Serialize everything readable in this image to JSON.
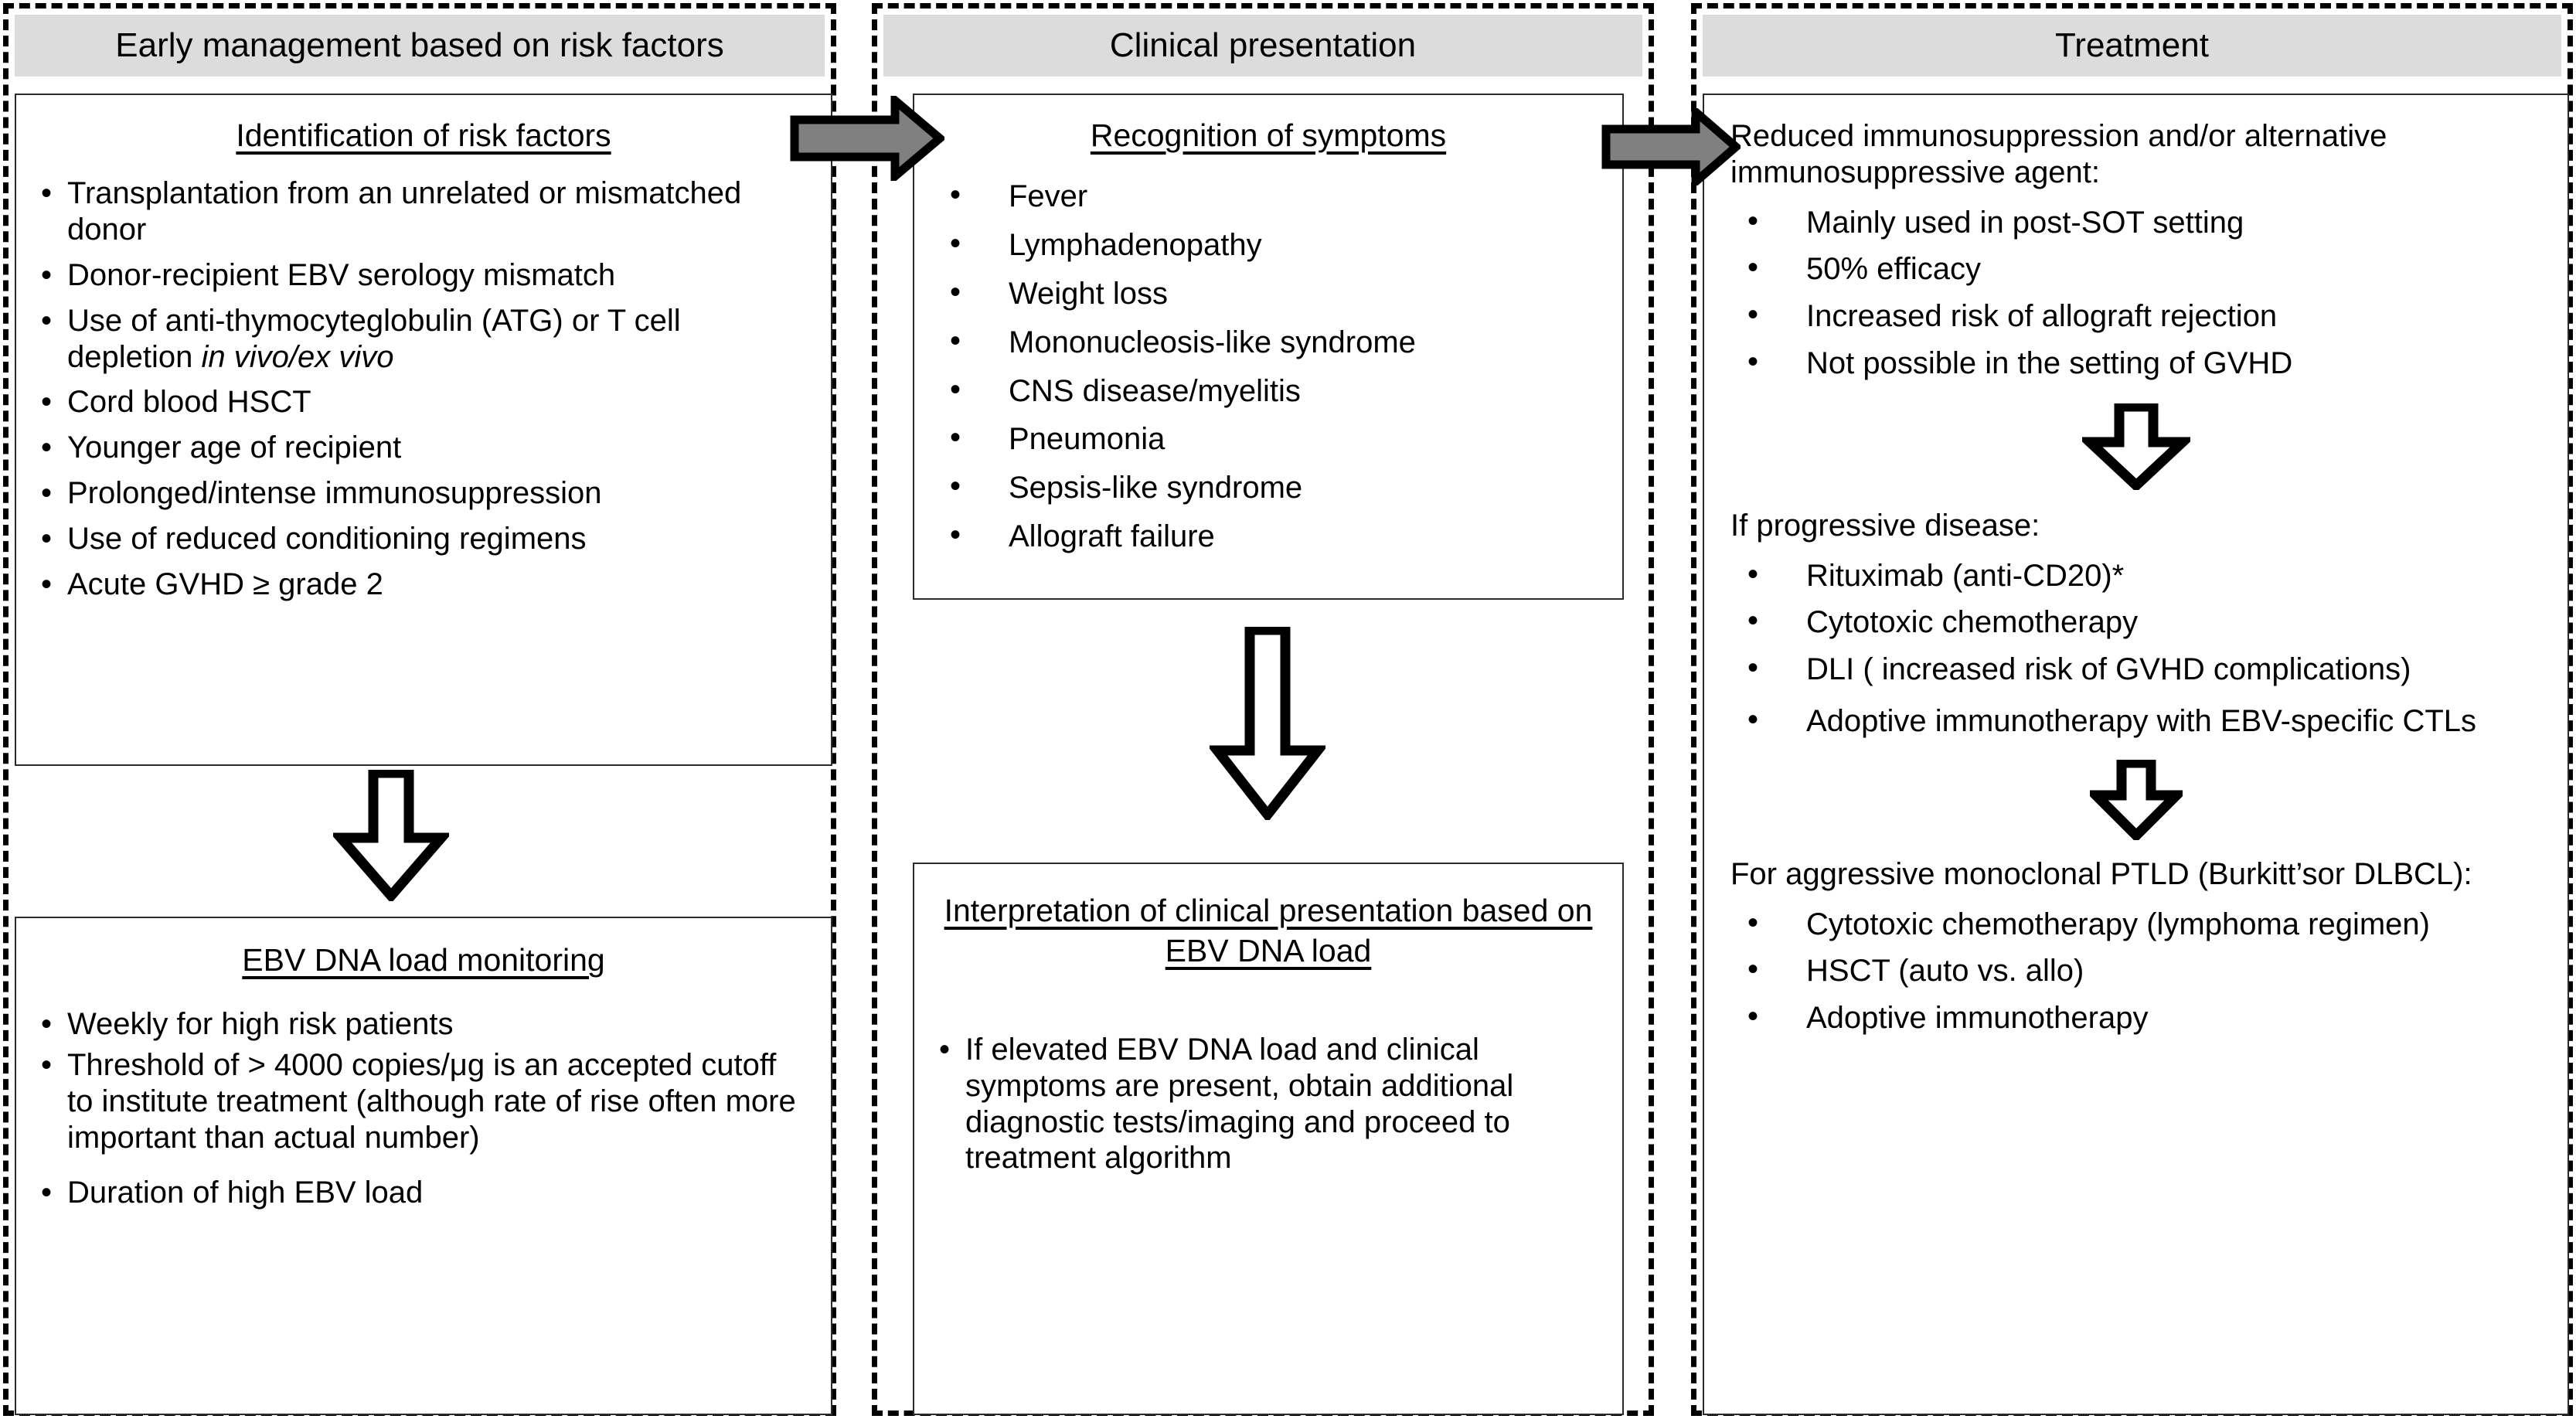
{
  "columns": [
    {
      "header": "Early management based on risk factors",
      "boxes": [
        {
          "title": "Identification of risk factors",
          "bullets": [
            "Transplantation from an unrelated or mismatched donor",
            "Donor-recipient EBV serology mismatch",
            "Use of anti-thymocyteglobulin (ATG) or T cell depletion ",
            "Cord blood HSCT",
            "Younger age of recipient",
            "Prolonged/intense immunosuppression",
            "Use of reduced conditioning regimens",
            "Acute GVHD ≥ grade 2"
          ],
          "italic_tail": "in vivo/ex vivo"
        },
        {
          "title": "EBV DNA load monitoring",
          "bullets": [
            "Weekly for high risk patients",
            "Threshold of > 4000 copies/μg is an accepted cutoff to institute treatment (although rate of rise  often more important than actual number)",
            "Duration of high EBV load"
          ]
        }
      ]
    },
    {
      "header": "Clinical presentation",
      "boxes": [
        {
          "title": "Recognition of symptoms",
          "bullets": [
            "Fever",
            "Lymphadenopathy",
            "Weight loss",
            "Mononucleosis-like syndrome",
            "CNS disease/myelitis",
            "Pneumonia",
            "Sepsis-like syndrome",
            "Allograft failure"
          ]
        },
        {
          "title": "Interpretation of clinical presentation based on EBV DNA load",
          "bullets": [
            "If elevated EBV DNA load and clinical symptoms are present, obtain additional diagnostic tests/imaging and proceed to treatment algorithm"
          ]
        }
      ]
    },
    {
      "header": "Treatment",
      "sections": [
        {
          "lead": "Reduced immunosuppression and/or alternative immunosuppressive agent:",
          "bullets": [
            "Mainly used in post-SOT setting",
            "50% efficacy",
            "Increased risk of allograft rejection",
            "Not possible in the setting of GVHD"
          ]
        },
        {
          "lead": "If progressive disease:",
          "bullets": [
            "Rituximab (anti-CD20)*",
            "Cytotoxic chemotherapy",
            "DLI ( increased risk of GVHD complications)",
            "Adoptive immunotherapy with EBV-specific CTLs"
          ]
        },
        {
          "lead": "For aggressive monoclonal PTLD (Burkitt’sor DLBCL):",
          "bullets": [
            "Cytotoxic chemotherapy (lymphoma regimen)",
            "HSCT (auto vs. allo)",
            "Adoptive immunotherapy"
          ]
        }
      ]
    }
  ],
  "connectors": {
    "right_arrow_1": "flow-arrow-risk-to-presentation",
    "right_arrow_2": "flow-arrow-presentation-to-treatment",
    "down_arrow_col1": "flow-arrow-risk-to-monitoring",
    "down_arrow_col2": "flow-arrow-symptoms-to-interpretation",
    "down_arrow_col3_a": "flow-arrow-reduced-to-progressive",
    "down_arrow_col3_b": "flow-arrow-progressive-to-aggressive"
  },
  "colors": {
    "header_band": "#dcdcdc",
    "arrow_fill": "#808080",
    "outline": "#000000"
  }
}
